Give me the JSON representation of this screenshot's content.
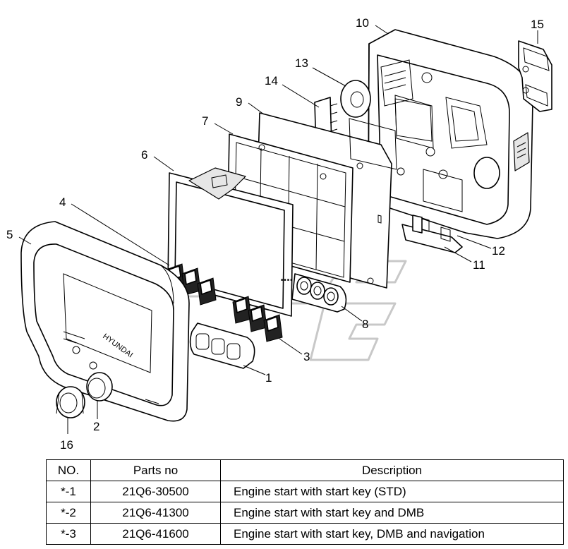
{
  "callouts": {
    "n1": "1",
    "n2": "2",
    "n3": "3",
    "n4": "4",
    "n5": "5",
    "n6": "6",
    "n7": "7",
    "n8": "8",
    "n9": "9",
    "n10": "10",
    "n11": "11",
    "n12": "12",
    "n13": "13",
    "n14": "14",
    "n15": "15",
    "n16": "16"
  },
  "brand_text": "HYUNDAI",
  "table": {
    "headers": {
      "no": "NO.",
      "parts_no": "Parts no",
      "description": "Description"
    },
    "rows": [
      {
        "no": "*-1",
        "parts_no": "21Q6-30500",
        "description": "Engine start with start key (STD)"
      },
      {
        "no": "*-2",
        "parts_no": "21Q6-41300",
        "description": "Engine start with start key and DMB"
      },
      {
        "no": "*-3",
        "parts_no": "21Q6-41600",
        "description": "Engine start with start key, DMB and navigation"
      }
    ]
  }
}
